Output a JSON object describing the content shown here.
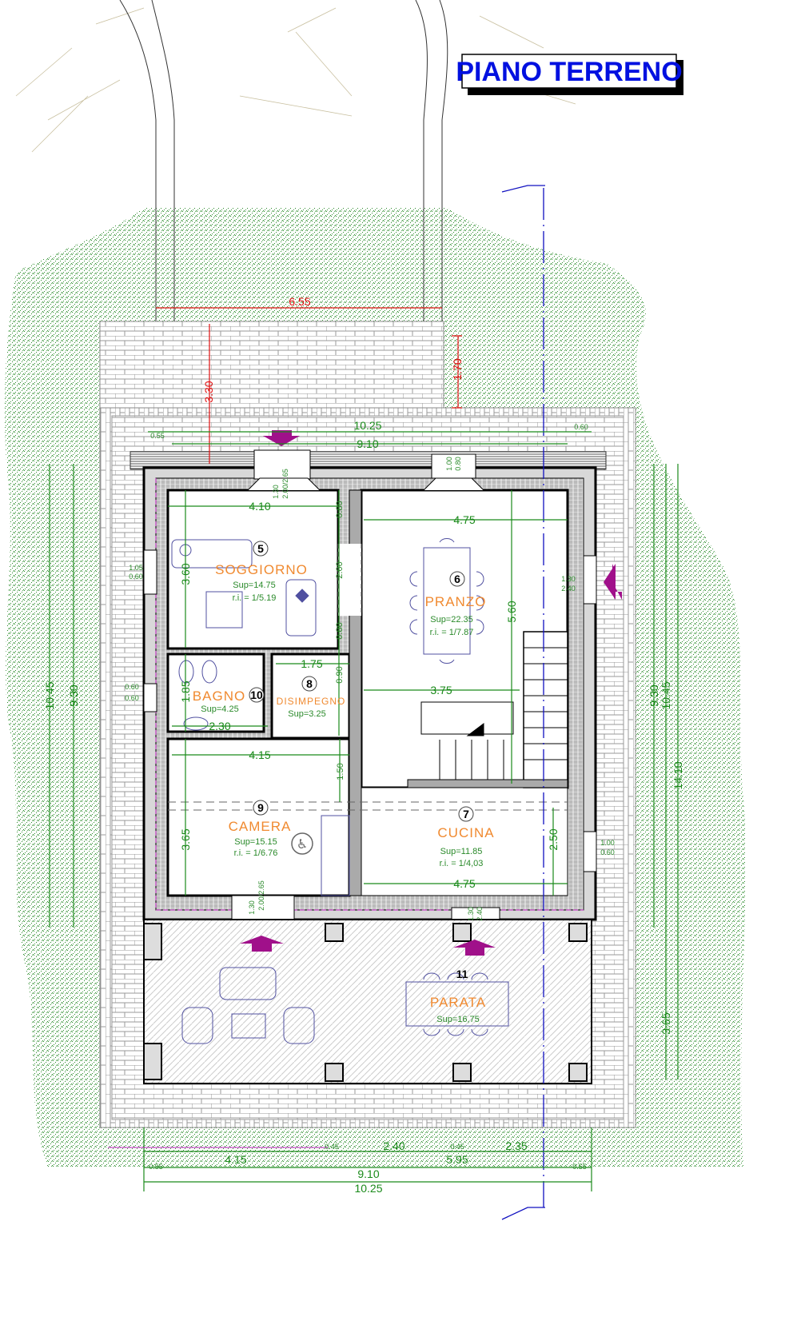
{
  "title": "PIANO TERRENO",
  "colors": {
    "grass": "#2a8a2a",
    "dimension": "#1a8a1a",
    "red_dimension": "#e01010",
    "room_name": "#f08a30",
    "entrance_arrow": "#a0108a",
    "axis_line": "#1010c0",
    "title": "#0010e0"
  },
  "rooms": [
    {
      "number": "5",
      "name": "SOGGIORNO",
      "sup": "Sup=14.75",
      "ri": "r.i. = 1/5.19"
    },
    {
      "number": "6",
      "name": "PRANZO",
      "sup": "Sup=22.35",
      "ri": "r.i. = 1/7.87"
    },
    {
      "number": "10",
      "name": "BAGNO",
      "sup": "Sup=4.25"
    },
    {
      "number": "8",
      "name": "DISIMPEGNO",
      "sup": "Sup=3.25"
    },
    {
      "number": "9",
      "name": "CAMERA",
      "sup": "Sup=15.15",
      "ri": "r.i. = 1/6.76"
    },
    {
      "number": "7",
      "name": "CUCINA",
      "sup": "Sup=11.85",
      "ri": "r.i. = 1/4,03"
    },
    {
      "number": "11",
      "name": "PARATA",
      "sup": "Sup=16,75"
    }
  ],
  "dims": [
    "6.55",
    "3.30",
    "1.70",
    "10.25",
    "9.10",
    "0.55",
    "0.60",
    "4.10",
    "3.60",
    "0.80",
    "2.00",
    "0.80",
    "0.90",
    "1.75",
    "4.75",
    "5.60",
    "3.75",
    "1.85",
    "2.30",
    "4.15",
    "1.50",
    "3.65",
    "2.50",
    "4.75",
    "10.45",
    "9.30",
    "9.30",
    "10.45",
    "14.10",
    "3.65",
    "2.40",
    "2.35",
    "4.15",
    "5.95",
    "9.10",
    "10.25",
    "0.55",
    "0.55",
    "0.45",
    "0.45"
  ],
  "openings": [
    "1.30",
    "2.00/2.65",
    "1.00",
    "0.80",
    "1.05",
    "0.60",
    "0.60",
    "0.60",
    "1.30",
    "2.40",
    "1.00",
    "0.60",
    "1.30",
    "2.00/2.65",
    "1.30",
    "2.40"
  ]
}
